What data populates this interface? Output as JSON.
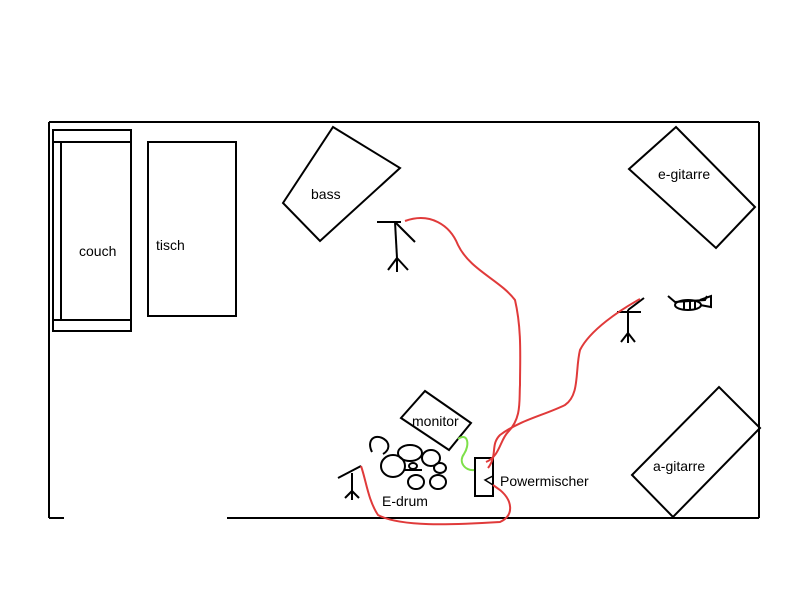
{
  "labels": {
    "couch": "couch",
    "table": "tisch",
    "bass": "bass",
    "e_guitar": "e-gitarre",
    "a_guitar": "a-gitarre",
    "monitor": "monitor",
    "e_drum": "E-drum",
    "power_mixer": "Powermischer"
  },
  "colors": {
    "outline": "#000000",
    "cable_red": "#e03a3a",
    "cable_green": "#7ee04a",
    "background": "#ffffff"
  },
  "icons": {
    "trumpet": "trumpet-icon",
    "mic_stand": "mic-stand-icon",
    "drum_kit": "drum-kit-icon"
  }
}
